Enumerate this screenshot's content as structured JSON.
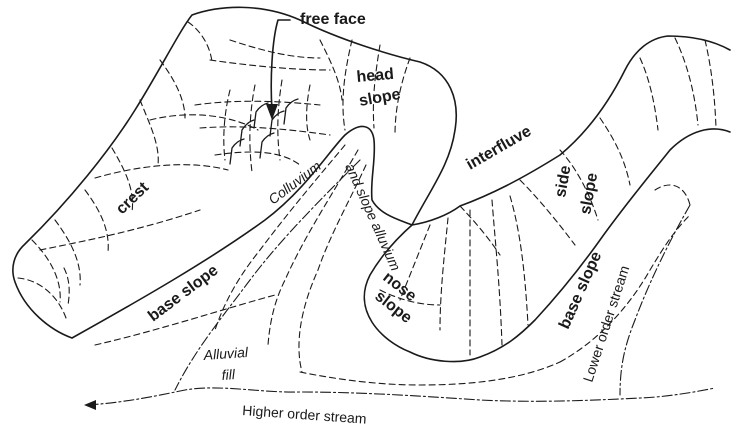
{
  "labels": {
    "free_face": "free face",
    "crest": "crest",
    "head": "head",
    "slope": "slope",
    "interfluve": "interfluve",
    "side": "side",
    "nose": "nose",
    "base_slope": "base slope",
    "colluvium": "Colluvium",
    "and_slope_alluvium": "and slope alluvium",
    "alluvial": "Alluvial",
    "fill": "fill",
    "lower_order_stream": "Lower order stream",
    "higher_order_stream": "Higher order stream"
  }
}
